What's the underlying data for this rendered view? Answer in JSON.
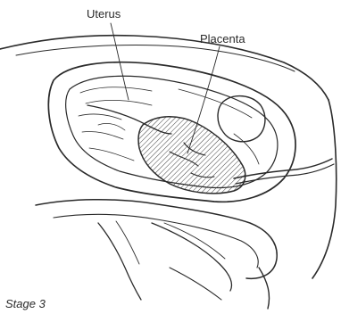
{
  "labels": {
    "uterus": "Uterus",
    "placenta": "Placenta"
  },
  "caption": "Stage 3",
  "colors": {
    "ink": "#2a2a2a",
    "background": "#ffffff"
  }
}
